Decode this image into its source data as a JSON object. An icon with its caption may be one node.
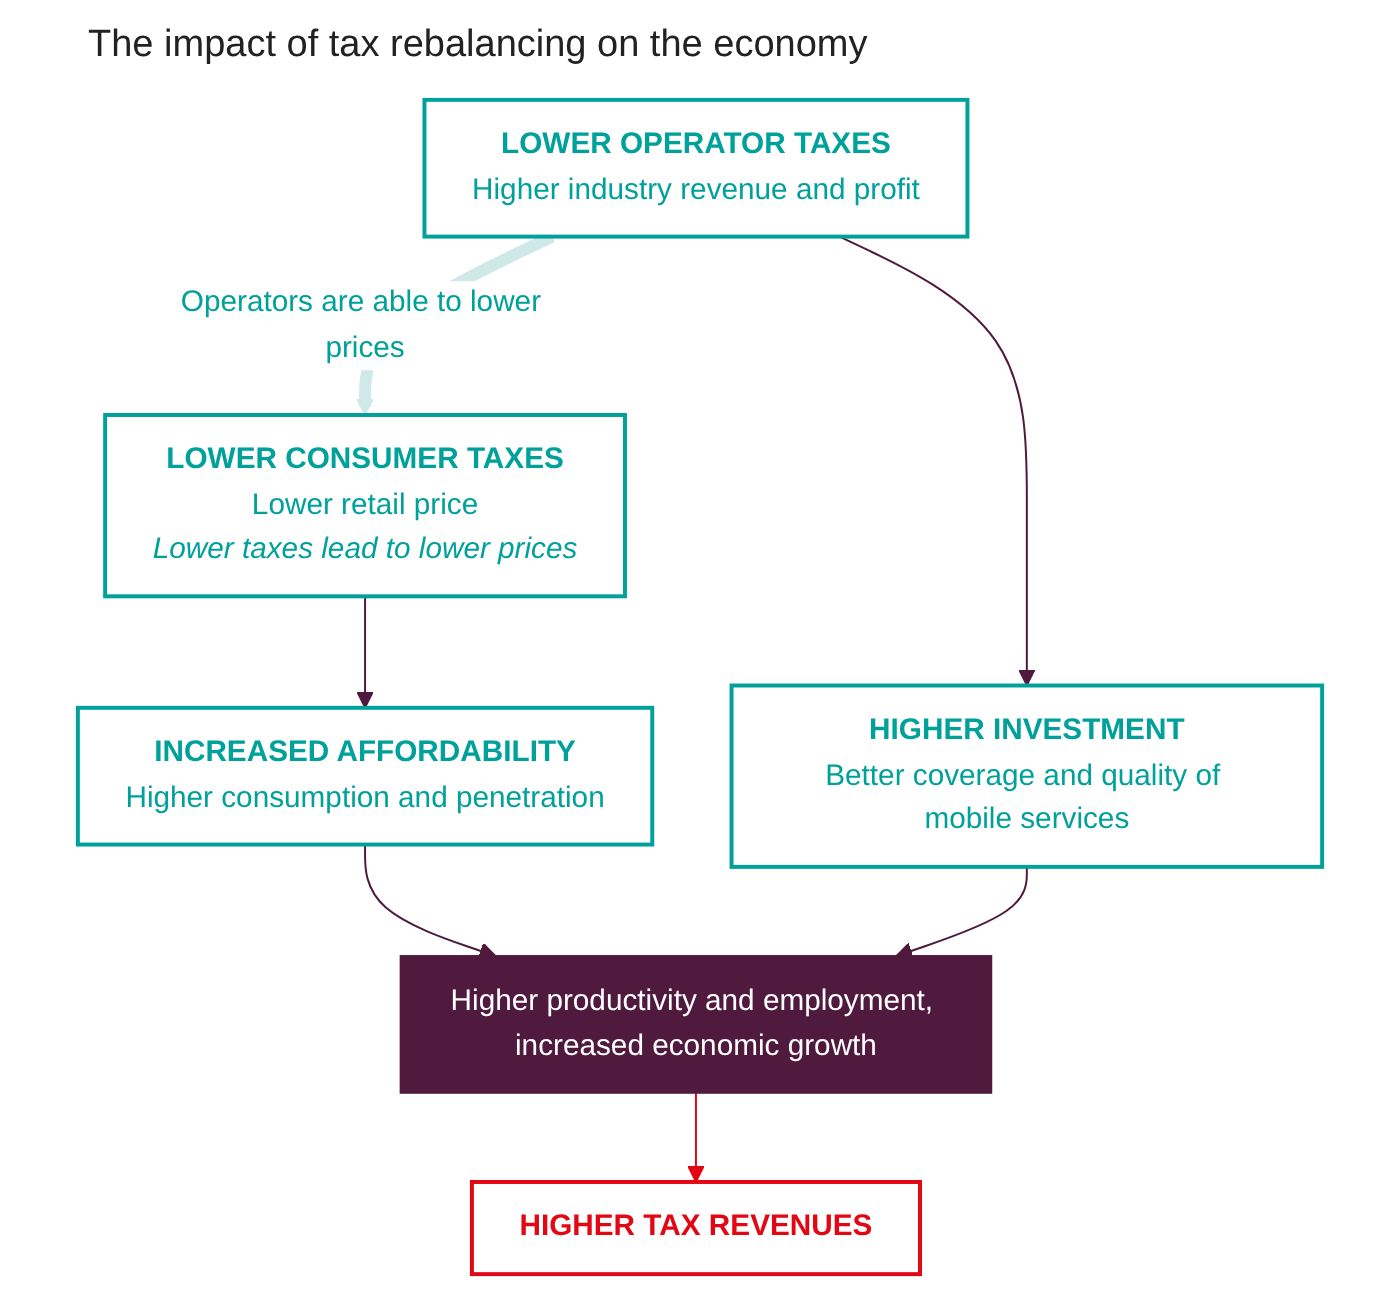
{
  "diagram": {
    "title": "The impact of tax rebalancing on the economy",
    "nodes": [
      {
        "text": [
          "LOWER CONSUMER TAXES",
          "Lower retail price",
          "Lower taxes lead to lower prices"
        ]
      },
      {
        "text": [
          "LOWER OPERATOR TAXES",
          "Higher industry revenue and profit"
        ]
      },
      {
        "text": [
          "INCREASED AFFORDABILITY",
          "Higher consumption and penetration"
        ]
      },
      {
        "text": [
          "HIGHER INVESTMENT",
          "Better coverage and quality of mobile services"
        ]
      },
      {
        "text": [
          "Higher productivity and employment, increased economic growth"
        ]
      },
      {
        "text": [
          "HIGHER TAX REVENUES"
        ]
      }
    ],
    "edges": [
      {
        "from": 1,
        "to": 0,
        "arrow": "to",
        "label": "Operators are able to lower prices",
        "style": "thick",
        "color": "#cfe8e8"
      },
      {
        "from": 0,
        "to": 2,
        "arrow": "to"
      },
      {
        "from": 1,
        "to": 3,
        "arrow": "to"
      },
      {
        "from": 2,
        "to": 4,
        "arrow": "to"
      },
      {
        "from": 3,
        "to": 4,
        "arrow": "to"
      },
      {
        "from": 4,
        "to": 5,
        "arrow": "to",
        "color": "#e30613"
      }
    ]
  }
}
